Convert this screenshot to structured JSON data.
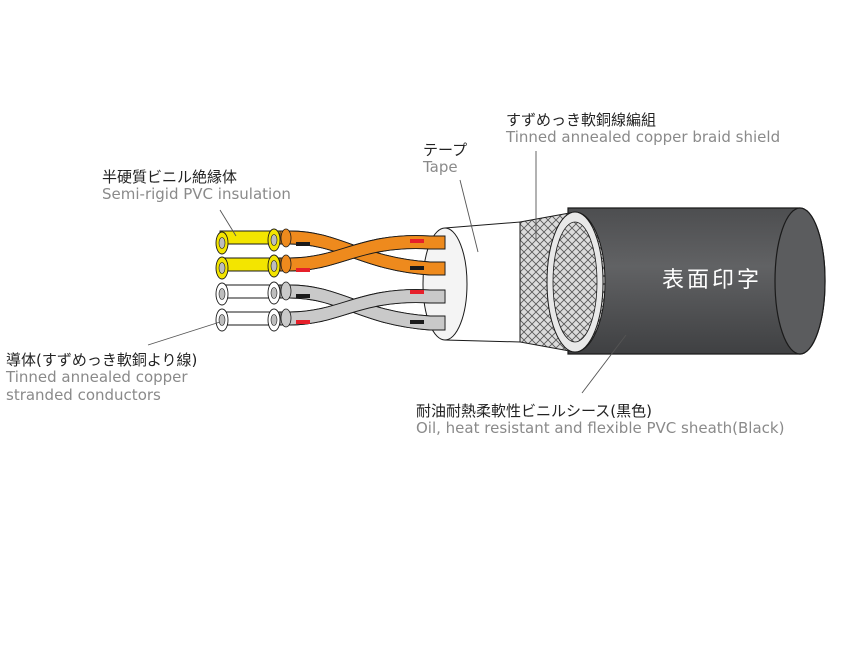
{
  "labels": {
    "braid": {
      "jp": "すずめっき軟銅線編組",
      "en": "Tinned annealed copper braid shield"
    },
    "tape": {
      "jp": "テープ",
      "en": "Tape"
    },
    "insulation": {
      "jp": "半硬質ビニル絶縁体",
      "en": "Semi-rigid PVC insulation"
    },
    "conductor": {
      "jp": "導体(すずめっき軟銅より線)",
      "en_line1": "Tinned annealed copper",
      "en_line2": "stranded conductors"
    },
    "sheath": {
      "jp": "耐油耐熱柔軟性ビニルシース(黒色)",
      "en": "Oil, heat resistant and flexible PVC sheath(Black)"
    }
  },
  "sheath_print": "表面印字",
  "colors": {
    "sheath": "#58595b",
    "sheath_end": "#6d6e70",
    "braid": "#d9d9d9",
    "tape": "#ffffff",
    "yellow": "#f5e600",
    "orange": "#ef8a1c",
    "gray": "#c8c8c8",
    "white_core": "#ffffff",
    "mark_black": "#1a1a1a",
    "mark_red": "#e6202a",
    "leader": "#555555"
  }
}
